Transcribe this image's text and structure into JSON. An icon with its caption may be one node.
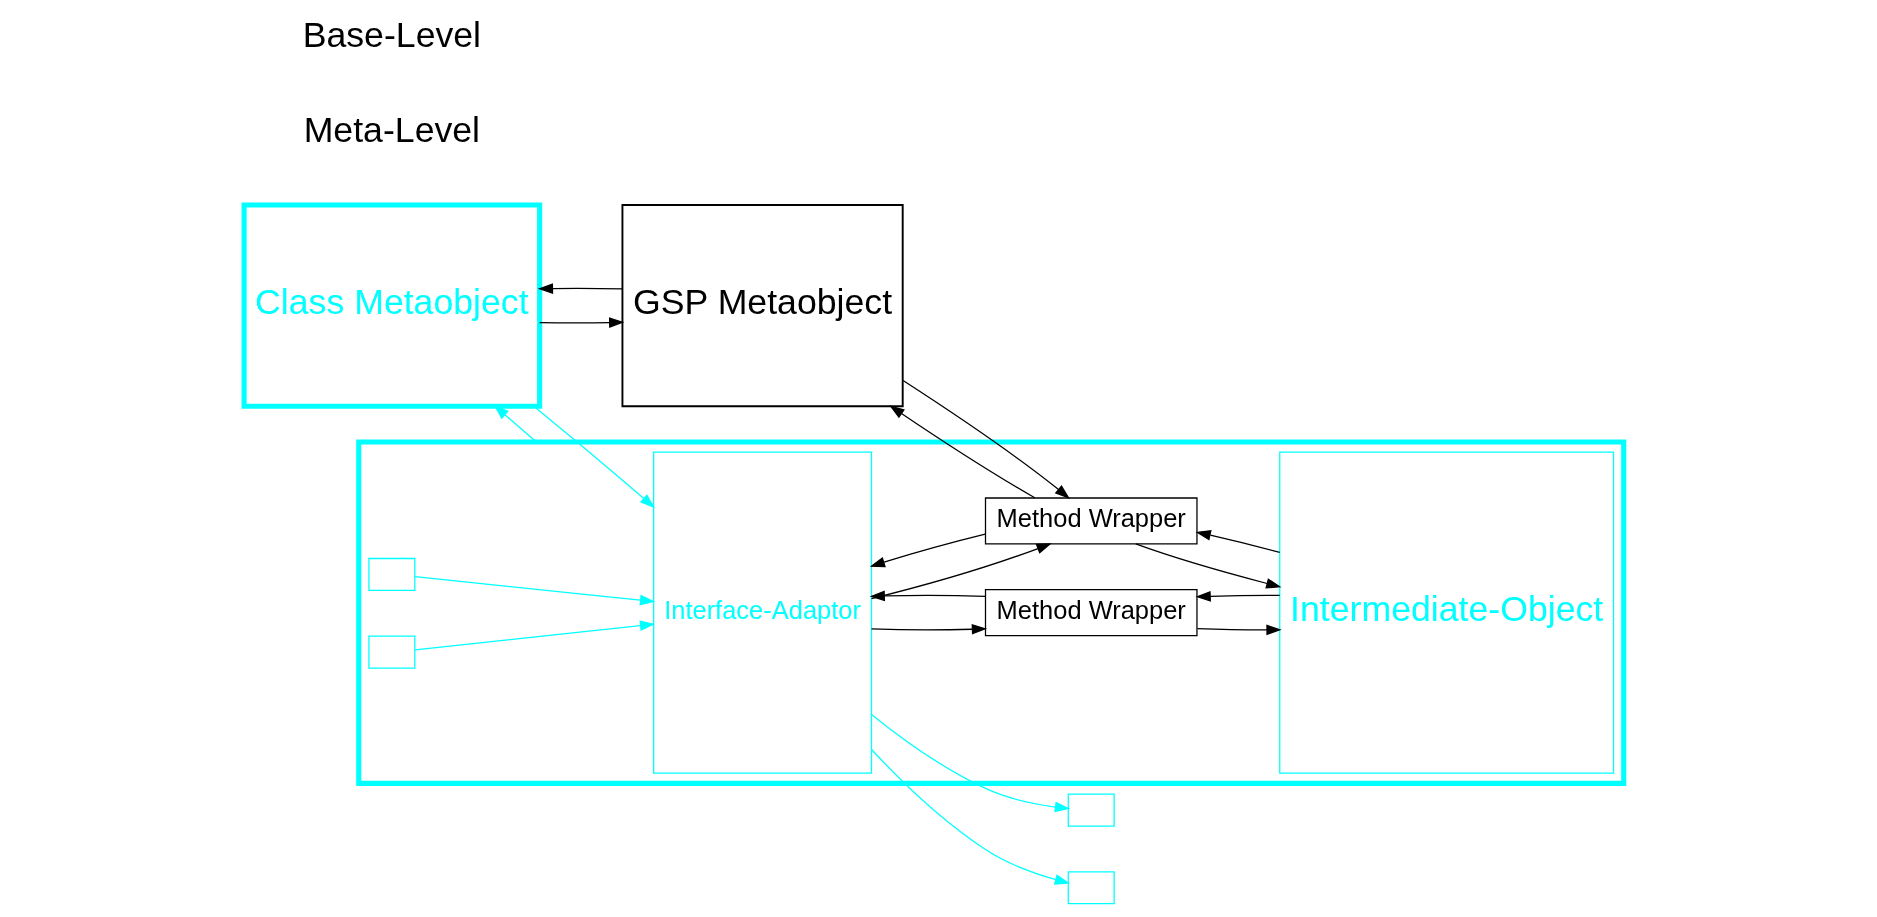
{
  "diagram": {
    "nodes": [
      {
        "text": [
          "Class Metaobject"
        ]
      },
      {
        "text": [
          "GSP Metaobject"
        ]
      },
      {
        "text": [],
        "shape": "box"
      },
      {
        "text": [
          "Interface-Adaptor"
        ],
        "in": 2
      },
      {
        "text": [
          "Method Wrapper"
        ],
        "in": 2
      },
      {
        "text": [
          "Method Wrapper"
        ],
        "in": 2
      },
      {
        "text": [
          "Intermediate-Object"
        ],
        "in": 2
      },
      {
        "text": [],
        "shape": "box",
        "in": 2
      },
      {
        "text": [],
        "shape": "box"
      },
      {
        "text": [],
        "shape": "box",
        "in": 2
      },
      {
        "text": [],
        "shape": "box"
      }
    ],
    "edges": [
      {
        "from": 0,
        "to": 1,
        "arrow": "to"
      },
      {
        "from": 1,
        "to": 0,
        "arrow": "to"
      },
      {
        "from": 1,
        "to": 4,
        "arrow": "to"
      },
      {
        "from": 4,
        "to": 1,
        "arrow": "to"
      },
      {
        "from": 2,
        "to": 0,
        "arrow": "to",
        "color": "#00ffff"
      },
      {
        "from": 0,
        "to": 3,
        "arrow": "to",
        "color": "#00ffff"
      },
      {
        "from": 7,
        "to": 3,
        "arrow": "to",
        "color": "#00ffff"
      },
      {
        "from": 3,
        "to": 8,
        "arrow": "to",
        "color": "#00ffff"
      },
      {
        "from": 3,
        "to": 4,
        "arrow": "to"
      },
      {
        "from": 4,
        "to": 3,
        "arrow": "to"
      },
      {
        "from": 4,
        "to": 6,
        "arrow": "to"
      },
      {
        "from": 6,
        "to": 4,
        "arrow": "to"
      },
      {
        "from": 9,
        "to": 3,
        "arrow": "to",
        "color": "#00ffff"
      },
      {
        "from": 3,
        "to": 10,
        "arrow": "to",
        "color": "#00ffff"
      },
      {
        "from": 3,
        "to": 5,
        "arrow": "to"
      },
      {
        "from": 5,
        "to": 3,
        "arrow": "to"
      },
      {
        "from": 5,
        "to": 6,
        "arrow": "to"
      },
      {
        "from": 6,
        "to": 5,
        "arrow": "to"
      }
    ],
    "labels": [
      "Meta-Level",
      "Base-Level"
    ]
  }
}
